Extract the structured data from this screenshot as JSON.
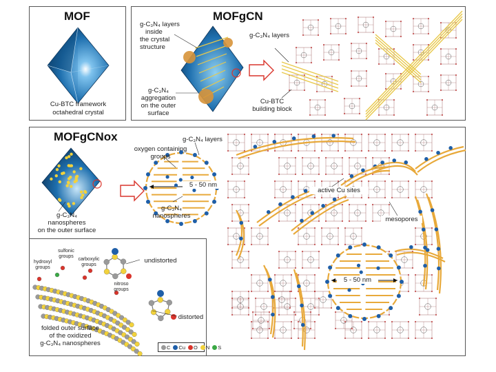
{
  "panels": {
    "mof": {
      "title": "MOF",
      "caption_line1": "Cu-BTC framework",
      "caption_line2": "octahedral crystal"
    },
    "mofgcn": {
      "title": "MOFgCN",
      "label_layers_inside": [
        "g-C₃N₄ layers",
        "inside",
        "the crystal",
        "structure"
      ],
      "label_aggregation": [
        "g-C₃N₄",
        "aggregation",
        "on the outer",
        "surface"
      ],
      "label_layers": "g-C₃N₄ layers",
      "label_building_block": [
        "Cu-BTC",
        "building block"
      ]
    },
    "mofgcnox": {
      "title": "MOFgCNox",
      "label_nanospheres_outer": [
        "g-C₃N₄",
        "nanospheres",
        "on the outer surface"
      ],
      "label_layers": "g-C₃N₄ layers",
      "label_oxygen_groups": [
        "oxygen containing",
        "groups"
      ],
      "label_size_1": "5 - 50 nm",
      "label_size_2": "5 - 50 nm",
      "label_nanospheres": [
        "g-C₃N₄",
        "nanospheres"
      ],
      "label_active_cu": "active Cu sites",
      "label_mesopores": "mesopores"
    },
    "inset": {
      "label_hydroxyl": [
        "hydroxyl",
        "groups"
      ],
      "label_sulfonic": [
        "sulfonic",
        "groups"
      ],
      "label_carboxylic": [
        "carboxylic",
        "groups"
      ],
      "label_undistorted": "undistorted",
      "label_nitroso": [
        "nitroso",
        "groups"
      ],
      "label_distorted": "distorted",
      "label_folded": [
        "folded outer surface",
        "of the oxidized",
        "g-C₃N₄ nanospheres"
      ],
      "legend": [
        {
          "symbol": "C",
          "color": "#9a9a9a"
        },
        {
          "symbol": "Cu",
          "color": "#1f5fa8"
        },
        {
          "symbol": "O",
          "color": "#d9342b"
        },
        {
          "symbol": "N",
          "color": "#f2d23c"
        },
        {
          "symbol": "S",
          "color": "#3aa845"
        }
      ]
    }
  },
  "colors": {
    "gcn_layer": "#e8a93a",
    "cu_site": "#1f5fa8",
    "crystal_dark": "#0d3c64",
    "crystal_light": "#4aa3d8",
    "arrow": "#d9342b",
    "framework": "#7a2a2a"
  }
}
